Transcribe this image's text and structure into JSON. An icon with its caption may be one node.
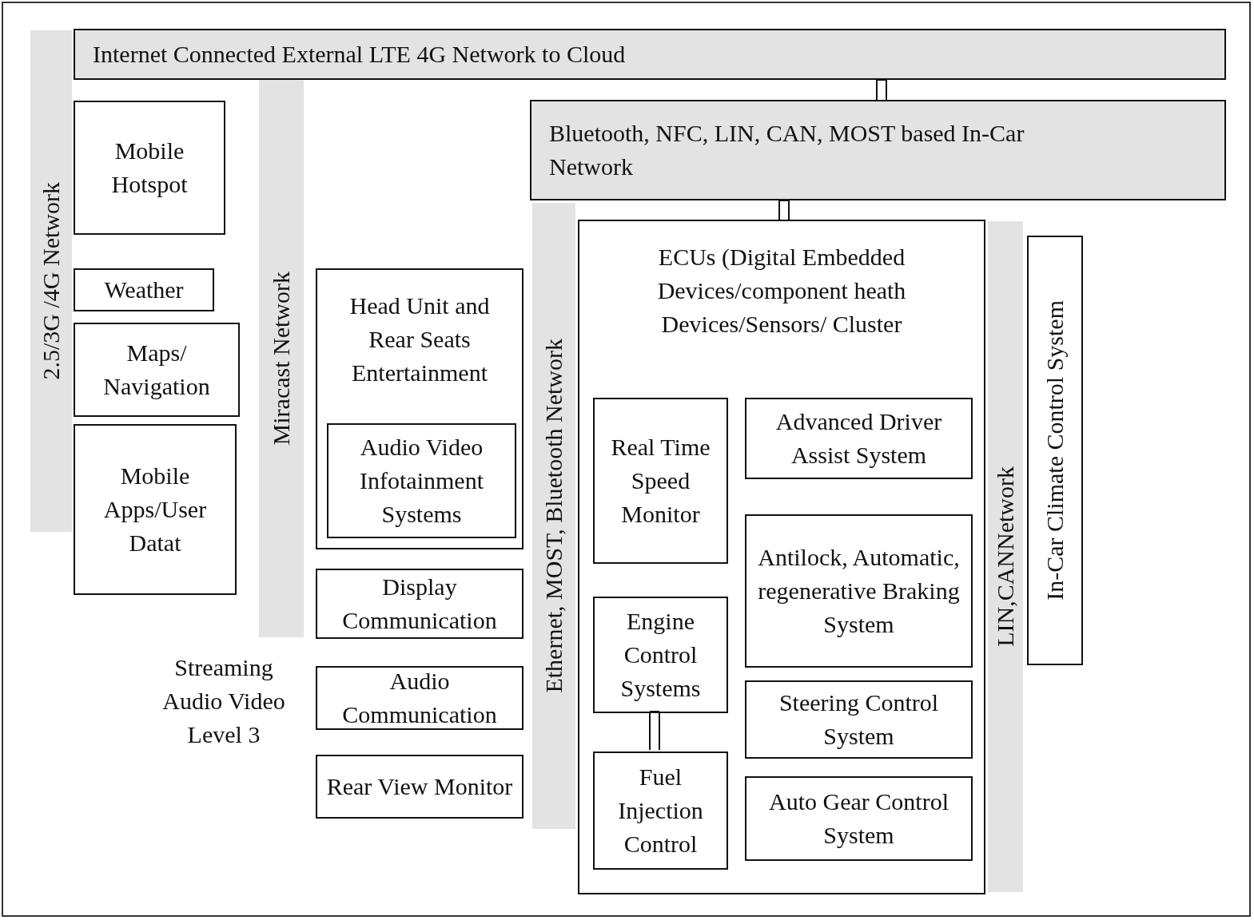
{
  "diagram": {
    "nodes": [
      {
        "text": [
          "Internet Connected External LTE 4G Network to Cloud"
        ]
      },
      {
        "text": [
          "2.5/3G /4G Network"
        ]
      },
      {
        "text": [
          "Mobile Hotspot"
        ]
      },
      {
        "text": [
          "Weather"
        ]
      },
      {
        "text": [
          "Maps/ Navigation"
        ]
      },
      {
        "text": [
          "Mobile Apps/User Datat"
        ]
      },
      {
        "text": [
          "Miracast Network"
        ]
      },
      {
        "text": [
          "Head Unit and Rear Seats Entertainment"
        ]
      },
      {
        "text": [
          "Audio Video Infotainment Systems"
        ],
        "in": 7
      },
      {
        "text": [
          "Display Communication"
        ]
      },
      {
        "text": [
          "Audio Communication"
        ]
      },
      {
        "text": [
          "Rear View Monitor"
        ]
      },
      {
        "text": [
          "Bluetooth, NFC, LIN, CAN, MOST based In-Car Network"
        ]
      },
      {
        "text": [
          "Ethernet, MOST, Bluetooth Network"
        ]
      },
      {
        "text": [
          "ECUs (Digital Embedded Devices/component heath Devices/Sensors/ Cluster"
        ]
      },
      {
        "text": [
          "Real Time Speed Monitor"
        ],
        "in": 14
      },
      {
        "text": [
          "Advanced Driver Assist System"
        ],
        "in": 14
      },
      {
        "text": [
          "Antilock, Automatic, regenerative Braking System"
        ],
        "in": 14
      },
      {
        "text": [
          "Engine Control Systems"
        ],
        "in": 14
      },
      {
        "text": [
          "Steering Control System"
        ],
        "in": 14
      },
      {
        "text": [
          "Fuel Injection Control"
        ],
        "in": 14
      },
      {
        "text": [
          "Auto Gear Control System"
        ],
        "in": 14
      },
      {
        "text": [
          "LIN,CANNetwork"
        ]
      },
      {
        "text": [
          "In-Car Climate Control System"
        ]
      }
    ],
    "edges": [
      {
        "from": 0,
        "to": 12,
        "arrow": "none"
      },
      {
        "from": 12,
        "to": 14,
        "arrow": "none"
      },
      {
        "from": 18,
        "to": 20,
        "arrow": "none"
      }
    ],
    "labels": [
      "Streaming Audio Video Level 3"
    ]
  }
}
